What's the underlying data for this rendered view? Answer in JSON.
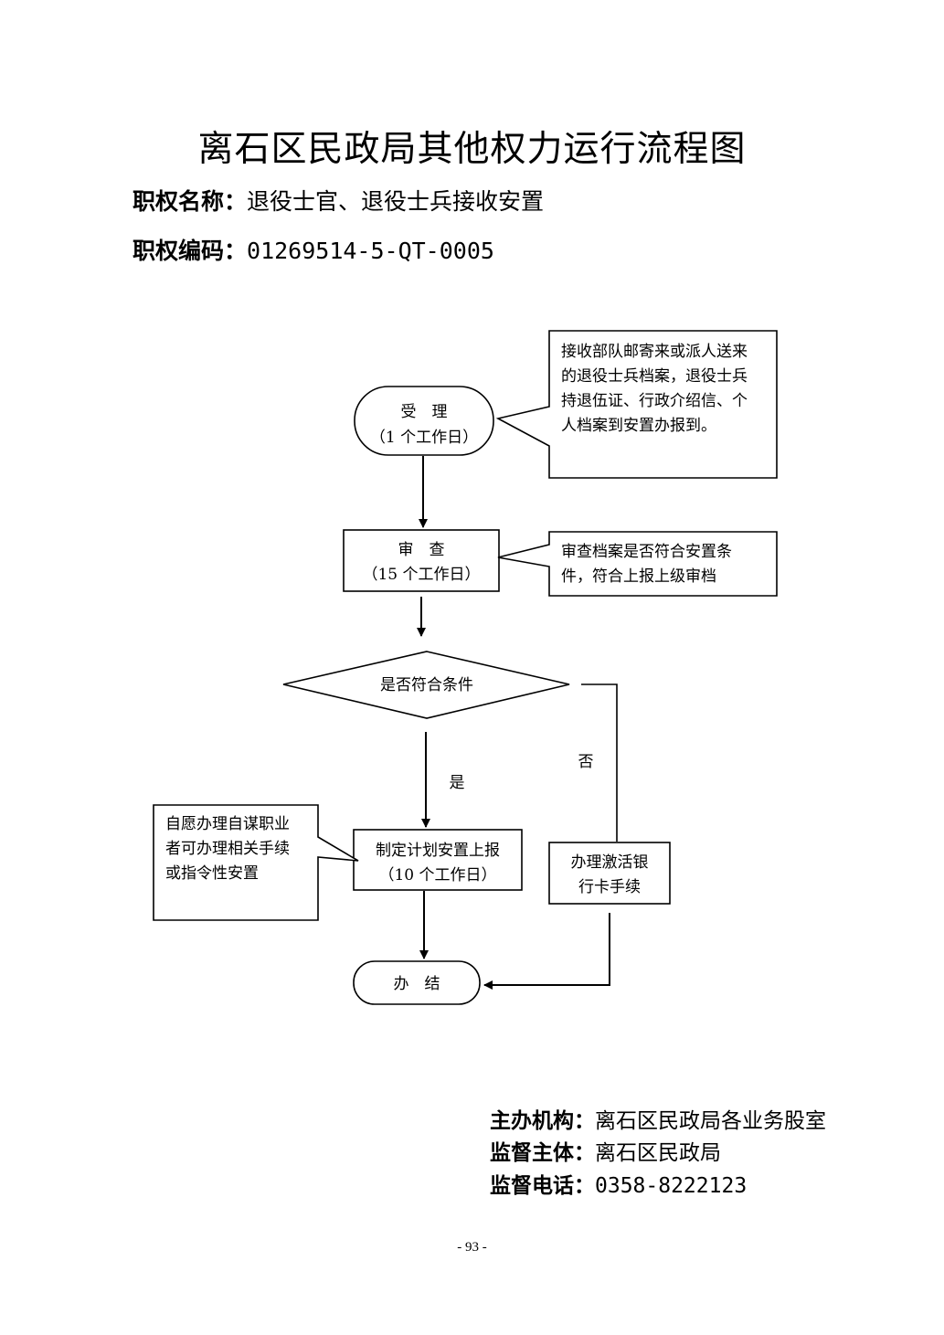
{
  "title": "离石区民政局其他权力运行流程图",
  "power_name": {
    "label": "职权名称：",
    "value": "退役士官、退役士兵接收安置"
  },
  "power_code": {
    "label": "职权编码：",
    "value": "01269514-5-QT-0005"
  },
  "flow": {
    "accept": {
      "line1": "受　理",
      "line2": "（1 个工作日）"
    },
    "review": {
      "line1": "审　查",
      "line2": "（15 个工作日）"
    },
    "decision": {
      "label": "是否符合条件",
      "yes": "是",
      "no": "否"
    },
    "plan": {
      "line1": "制定计划安置上报",
      "line2": "（10 个工作日）"
    },
    "activate": {
      "line1": "办理激活银",
      "line2": "行卡手续"
    },
    "finish": {
      "label": "办　结"
    }
  },
  "notes": {
    "accept_note": [
      "接收部队邮寄来或派人送来",
      "的退役士兵档案，退役士兵",
      "持退伍证、行政介绍信、个",
      "人档案到安置办报到。"
    ],
    "review_note": [
      "审查档案是否符合安置条",
      "件，符合上报上级审档"
    ],
    "plan_note": [
      "自愿办理自谋职业",
      "者可办理相关手续",
      "或指令性安置"
    ]
  },
  "footer": {
    "host": {
      "label": "主办机构：",
      "value": "离石区民政局各业务股室"
    },
    "supervisor": {
      "label": "监督主体：",
      "value": "离石区民政局"
    },
    "phone": {
      "label": "监督电话：",
      "value": "0358-8222123"
    }
  },
  "page_number": "- 93 -"
}
